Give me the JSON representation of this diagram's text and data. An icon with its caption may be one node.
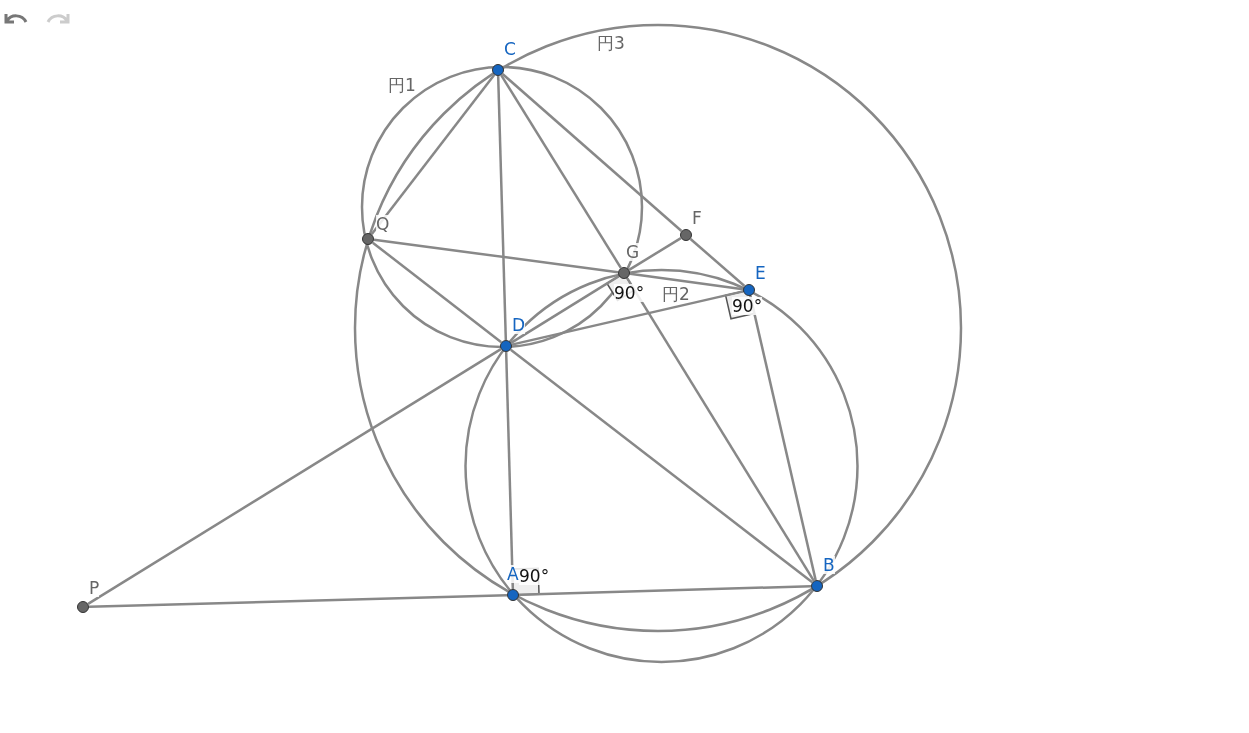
{
  "diagram": {
    "nodes": [
      {
        "text": [
          "C"
        ]
      },
      {
        "text": [
          "Q"
        ]
      },
      {
        "text": [
          "F"
        ]
      },
      {
        "text": [
          "G"
        ]
      },
      {
        "text": [
          "E"
        ]
      },
      {
        "text": [
          "D"
        ]
      },
      {
        "text": [
          "A"
        ]
      },
      {
        "text": [
          "B"
        ]
      },
      {
        "text": [
          "P"
        ]
      }
    ],
    "edges": [
      {
        "from": 0,
        "to": 1,
        "arrow": "none"
      },
      {
        "from": 0,
        "to": 5,
        "arrow": "none"
      },
      {
        "from": 5,
        "to": 6,
        "arrow": "none"
      },
      {
        "from": 0,
        "to": 3,
        "arrow": "none"
      },
      {
        "from": 3,
        "to": 7,
        "arrow": "none"
      },
      {
        "from": 0,
        "to": 2,
        "arrow": "none"
      },
      {
        "from": 2,
        "to": 4,
        "arrow": "none"
      },
      {
        "from": 3,
        "to": 2,
        "arrow": "none"
      },
      {
        "from": 1,
        "to": 3,
        "arrow": "none"
      },
      {
        "from": 3,
        "to": 4,
        "arrow": "none"
      },
      {
        "from": 1,
        "to": 5,
        "arrow": "none"
      },
      {
        "from": 5,
        "to": 7,
        "arrow": "none"
      },
      {
        "from": 5,
        "to": 4,
        "arrow": "none"
      },
      {
        "from": 5,
        "to": 3,
        "arrow": "none"
      },
      {
        "from": 4,
        "to": 7,
        "arrow": "none"
      },
      {
        "from": 8,
        "to": 5,
        "arrow": "none"
      },
      {
        "from": 8,
        "to": 6,
        "arrow": "none"
      },
      {
        "from": 6,
        "to": 7,
        "arrow": "none"
      }
    ],
    "labels": [
      "円3",
      "円1",
      "90°",
      "円2",
      "90°",
      "90°"
    ]
  }
}
